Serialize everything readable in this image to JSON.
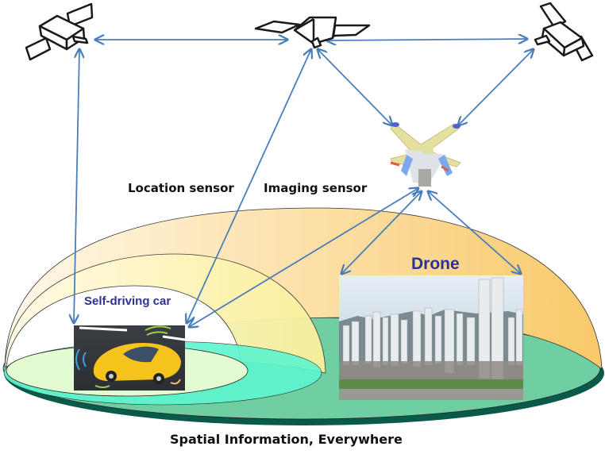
{
  "labels": {
    "location_sensor": "Location sensor",
    "imaging_sensor": "Imaging sensor",
    "self_driving_car": "Self-driving car",
    "drone": "Drone",
    "footer": "Spatial Information, Everywhere"
  },
  "nodes": {
    "satellites": [
      "satellite-left",
      "satellite-center",
      "satellite-right"
    ],
    "drone": "quadcopter-drone",
    "car_image": "self-driving-car-image",
    "city_image": "city-skyline-image"
  },
  "colors": {
    "arrow": "#4a7ebb",
    "outer_dome": "#fbd98a",
    "inner_dome": "#fdf6b0",
    "ground": "#6fcfa3",
    "ground_inner": "#5ef5cf",
    "ground_shadow": "#0a5a4a",
    "label_blue": "#2e3192"
  }
}
